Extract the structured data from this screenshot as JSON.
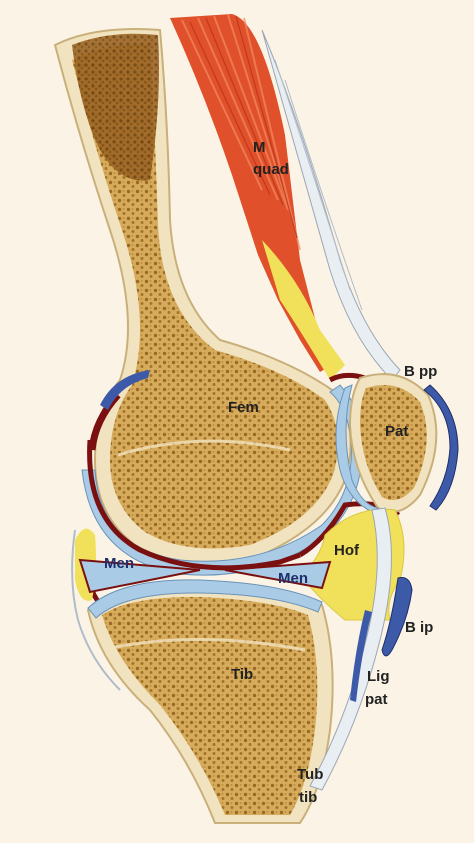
{
  "labels": {
    "m_quad_1": "M",
    "m_quad_2": "quad",
    "b_pp": "B pp",
    "fem": "Fem",
    "pat": "Pat",
    "hof": "Hof",
    "men_left": "Men",
    "men_right": "Men",
    "b_ip": "B ip",
    "tib": "Tib",
    "lig_pat_1": "Lig",
    "lig_pat_2": "pat",
    "tub_tib_1": "Tub",
    "tub_tib_2": "tib"
  },
  "colors": {
    "background": "#fbf4e6",
    "bone_cortex": "#f1e3bf",
    "spongy_bone": "#c8963e",
    "marrow_brown": "#8a5a22",
    "cartilage": "#a9cbe6",
    "synovium_dark_red": "#7a1010",
    "muscle": "#e0502a",
    "fat_yellow": "#f1e05a",
    "bursa_blue": "#3d5aa8",
    "tendon_white": "#e9eef2",
    "label_dark": "#222222",
    "label_navy": "#1f2f6a"
  }
}
